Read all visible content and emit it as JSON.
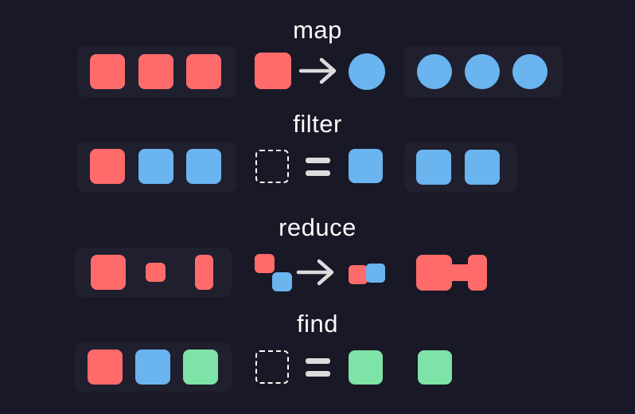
{
  "page": {
    "title_font_case": "lowercase"
  },
  "colors": {
    "background": "#181826",
    "panel": "#1f1f2e",
    "red": "#ff6b6b",
    "blue": "#6ab4f0",
    "green": "#7de3a6",
    "text": "#fafafa",
    "operator": "#dcdcdc"
  },
  "sections": [
    {
      "label": "map",
      "input_items": [
        "red-square",
        "red-square",
        "red-square"
      ],
      "operation": {
        "left": "red-square",
        "operator": "arrow",
        "right": "blue-circle"
      },
      "output_items": [
        "blue-circle",
        "blue-circle",
        "blue-circle"
      ]
    },
    {
      "label": "filter",
      "input_items": [
        "red-square",
        "blue-square",
        "blue-square"
      ],
      "operation": {
        "left": "empty-dashed-slot",
        "operator": "equals",
        "right": "blue-square"
      },
      "output_items": [
        "blue-square",
        "blue-square"
      ]
    },
    {
      "label": "reduce",
      "input_items": [
        "red-square-large",
        "red-square-small",
        "red-rect-tall"
      ],
      "operation": {
        "left": "red-square-small + blue-square-small (staggered)",
        "operator": "arrow",
        "right": "red-square-small + blue-square-small (joined)"
      },
      "output_items": [
        "red-merged-dumbbell-shape"
      ]
    },
    {
      "label": "find",
      "input_items": [
        "red-square",
        "blue-square",
        "green-square"
      ],
      "operation": {
        "left": "empty-dashed-slot",
        "operator": "equals",
        "right": "green-square"
      },
      "output_items": [
        "green-square"
      ]
    }
  ]
}
